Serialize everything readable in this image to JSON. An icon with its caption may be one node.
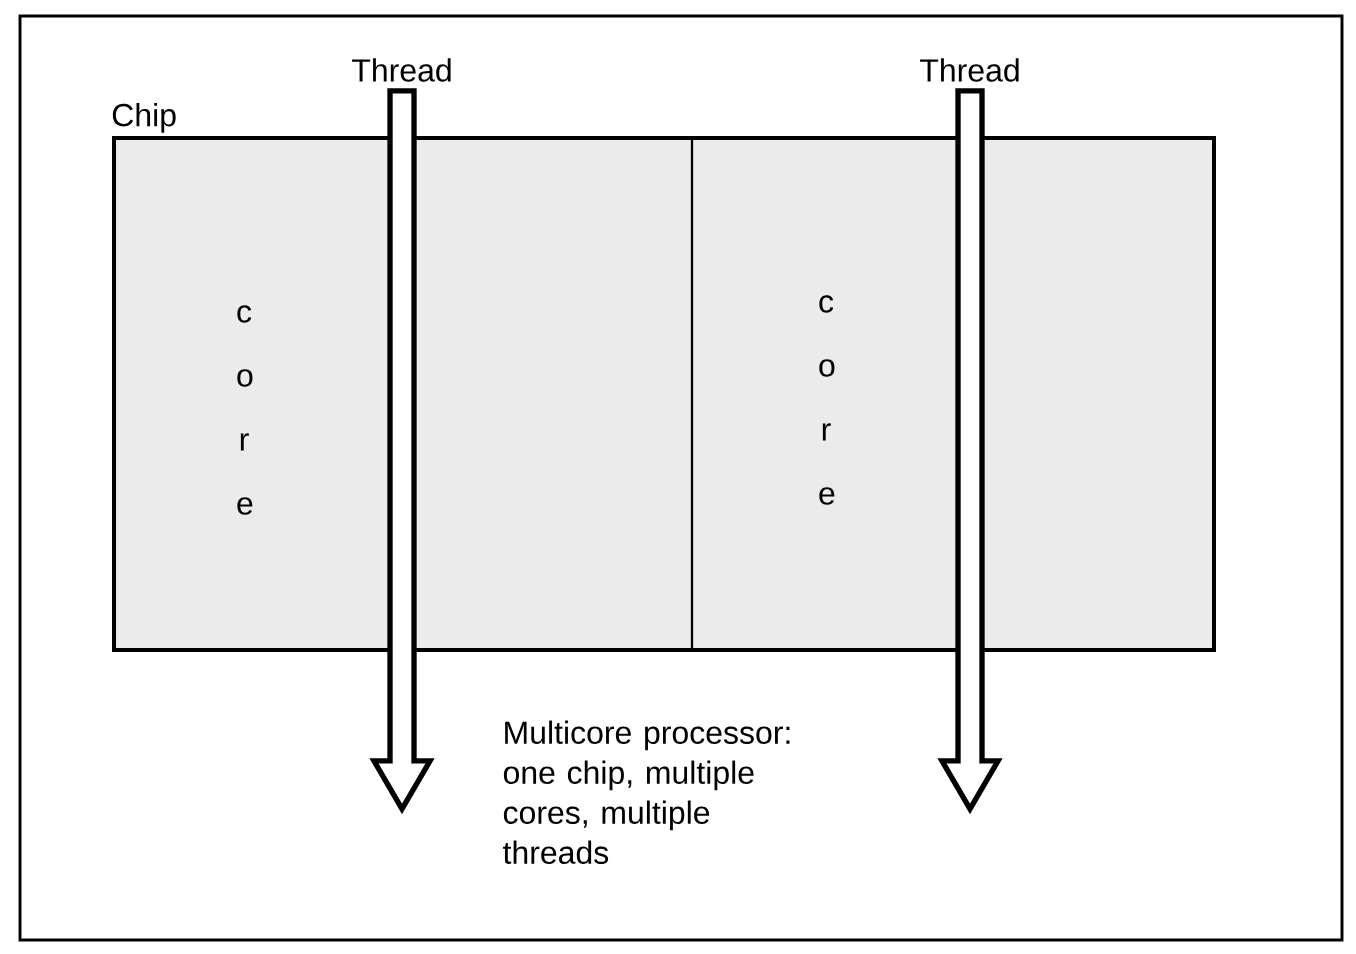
{
  "diagram": {
    "nodes": [
      {
        "text": [
          "Chip"
        ]
      },
      {
        "text": [
          "c o r e"
        ],
        "in": 0
      },
      {
        "text": [
          "c o r e"
        ],
        "in": 0
      },
      {
        "text": [
          "Thread"
        ]
      },
      {
        "text": [
          "Thread"
        ]
      }
    ],
    "edges": [
      {
        "from": 3,
        "to": null,
        "arrow": "to"
      },
      {
        "from": 4,
        "to": null,
        "arrow": "to"
      }
    ],
    "labels": [
      "Multicore processor: one chip, multiple cores, multiple threads"
    ]
  }
}
